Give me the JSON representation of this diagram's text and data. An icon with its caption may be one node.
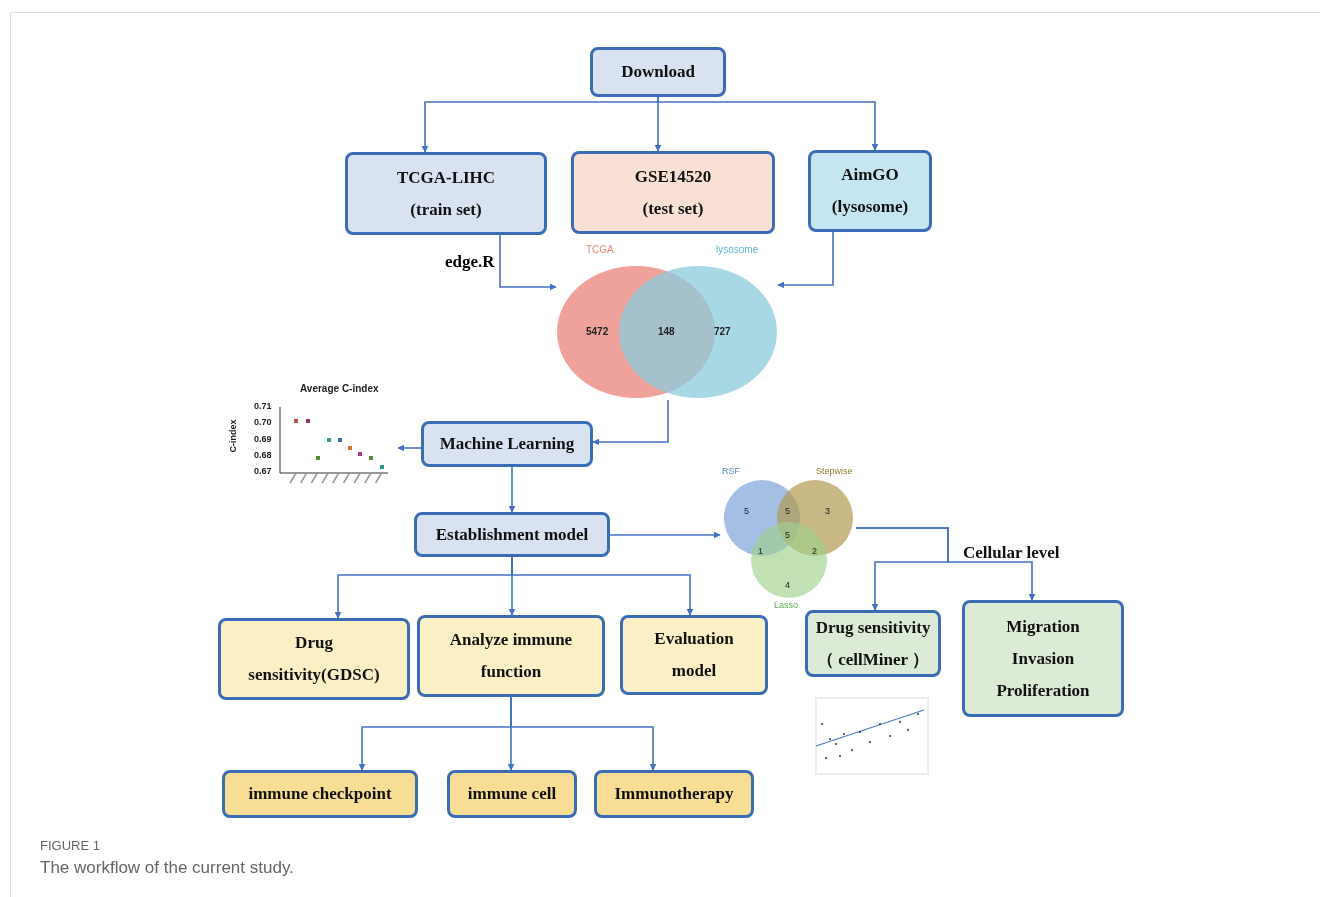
{
  "diagram": {
    "caption": "The workflow of the current study.",
    "nodes": [
      {
        "text": [
          "Download"
        ]
      },
      {
        "text": [
          "TCGA-LIHC (train set)"
        ]
      },
      {
        "text": [
          "GSE14520 (test set)"
        ]
      },
      {
        "text": [
          "AimGO (lysosome)"
        ]
      },
      {
        "text": [
          "TCGA",
          "lysosome",
          "5472",
          "148",
          "727"
        ]
      },
      {
        "text": [
          "Machine Learning"
        ]
      },
      {
        "text": [
          "Average C-index",
          "0.71",
          "0.70",
          "0.69",
          "0.68",
          "0.67",
          "C-index"
        ]
      },
      {
        "text": [
          "Establishment model"
        ]
      },
      {
        "text": [
          "RSF",
          "Stepwise",
          "5",
          "5",
          "3",
          "5",
          "1",
          "2",
          "4",
          "Lasso"
        ]
      },
      {
        "text": [
          "Drug sensitivity（ cellMiner ）"
        ]
      },
      {
        "text": [
          "Migration Invasion Proliferation"
        ]
      },
      {
        "text": [
          "Drug sensitivity(GDSC)"
        ]
      },
      {
        "text": [
          "Analyze immune function"
        ]
      },
      {
        "text": [
          "Evaluation model"
        ]
      },
      {
        "text": [
          "immune checkpoint"
        ]
      },
      {
        "text": [
          "immune cell"
        ]
      },
      {
        "text": [
          "Immunotherapy"
        ]
      }
    ],
    "edges": [
      {
        "from": 0,
        "to": 1,
        "arrow": "to"
      },
      {
        "from": 0,
        "to": 2,
        "arrow": "to"
      },
      {
        "from": 0,
        "to": 3,
        "arrow": "to"
      },
      {
        "from": 1,
        "to": 4,
        "arrow": "to",
        "label": "edge.R"
      },
      {
        "from": 3,
        "to": 4,
        "arrow": "to"
      },
      {
        "from": 4,
        "to": 5,
        "arrow": "to"
      },
      {
        "from": 5,
        "to": 6,
        "arrow": "to"
      },
      {
        "from": 5,
        "to": 7,
        "arrow": "to"
      },
      {
        "from": 7,
        "to": 8,
        "arrow": "to"
      },
      {
        "from": 8,
        "to": 9,
        "arrow": "to"
      },
      {
        "from": 8,
        "to": 10,
        "arrow": "to"
      },
      {
        "from": 7,
        "to": 11,
        "arrow": "to"
      },
      {
        "from": 7,
        "to": 12,
        "arrow": "to"
      },
      {
        "from": 7,
        "to": 13,
        "arrow": "to"
      },
      {
        "from": 12,
        "to": 14,
        "arrow": "to"
      },
      {
        "from": 12,
        "to": 15,
        "arrow": "to"
      },
      {
        "from": 12,
        "to": 16,
        "arrow": "to"
      }
    ],
    "labels": [
      "Cellular level",
      "FIGURE 1"
    ]
  }
}
